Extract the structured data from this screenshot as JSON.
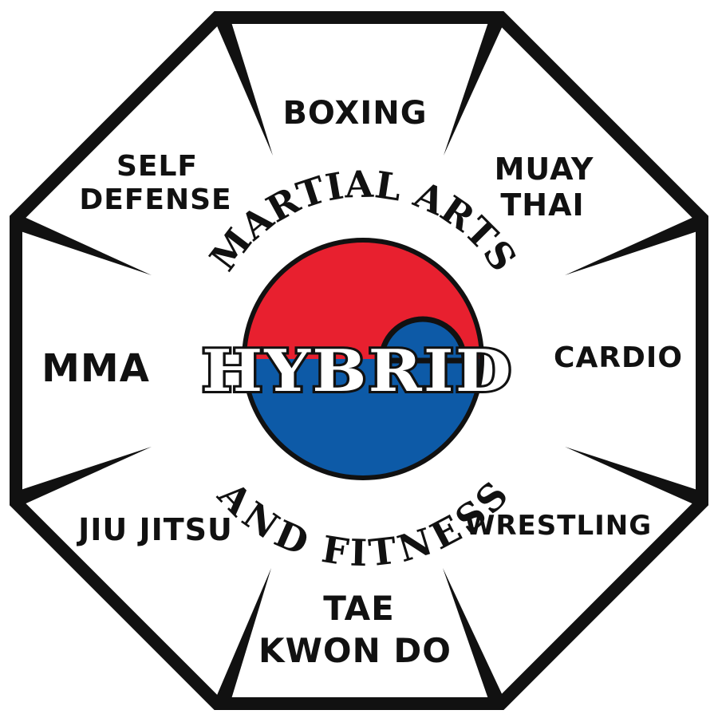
{
  "logo": {
    "brand_center": "HYBRID",
    "arc_top": "MARTIAL ARTS",
    "arc_bottom": "AND FITNESS"
  },
  "disciplines": {
    "top": [
      "BOXING"
    ],
    "top_right": [
      "MUAY",
      "THAI"
    ],
    "right": [
      "CARDIO"
    ],
    "bottom_right": [
      "WRESTLING"
    ],
    "bottom": [
      "TAE",
      "KWON DO"
    ],
    "bottom_left": [
      "JIU JITSU"
    ],
    "left": [
      "MMA"
    ],
    "top_left": [
      "SELF",
      "DEFENSE"
    ]
  },
  "colors": {
    "outline": "#111111",
    "red": "#e8202f",
    "blue": "#0d5aa7",
    "background": "#ffffff"
  }
}
